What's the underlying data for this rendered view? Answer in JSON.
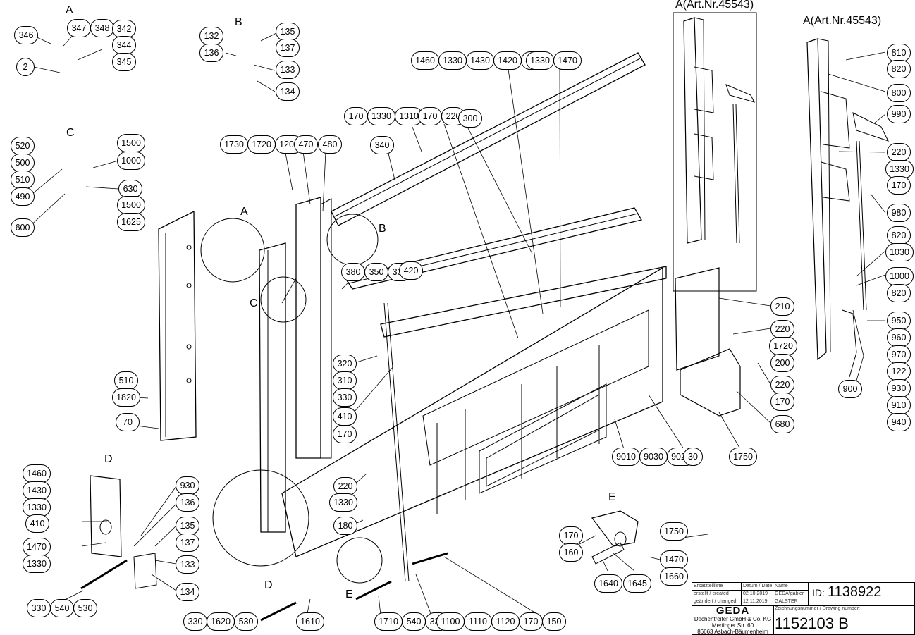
{
  "detail_titles": {
    "a_top": "A",
    "b_top": "B",
    "c_top": "C",
    "d_bottom": "D",
    "d_bottom2": "D",
    "e_right": "E",
    "e_bottom": "E",
    "a_circle": "A",
    "b_circle": "B",
    "c_circle": "C",
    "a_art1": "A(Art.Nr.45543)",
    "a_art2": "A(Art.Nr.45543)"
  },
  "callouts": {
    "detail_a": [
      "346",
      "347",
      "348",
      "342",
      "344",
      "345",
      "2"
    ],
    "detail_b": [
      "132",
      "136",
      "135",
      "137",
      "133",
      "134"
    ],
    "detail_c": [
      "520",
      "500",
      "510",
      "490",
      "600",
      "1500",
      "1000",
      "630",
      "1500",
      "1625"
    ],
    "top_center_1": [
      "1460",
      "1330",
      "1430",
      "1420",
      "415"
    ],
    "top_center_2": [
      "1330",
      "1470"
    ],
    "upper_mid": [
      "170",
      "1330",
      "1310"
    ],
    "upper_mid_2": [
      "170",
      "220"
    ],
    "upper_mid_3": [
      "300"
    ],
    "upper_mid_4": [
      "340"
    ],
    "upper_left": [
      "1730",
      "1720",
      "1200"
    ],
    "upper_left_2": [
      "470"
    ],
    "upper_left_3": [
      "480"
    ],
    "mid_group": [
      "380",
      "350",
      "330"
    ],
    "mid_420": [
      "420"
    ],
    "mid_stack": [
      "320",
      "310",
      "330",
      "410",
      "170"
    ],
    "left_post": [
      "510",
      "1820",
      "70"
    ],
    "right_upper_stack": [
      "810",
      "820",
      "800",
      "990",
      "220",
      "1330",
      "170",
      "980",
      "820",
      "1030",
      "1000",
      "820",
      "950",
      "960",
      "970",
      "122",
      "930",
      "910",
      "940"
    ],
    "right_900": [
      "900"
    ],
    "right_mid": [
      "210",
      "220",
      "1720",
      "200",
      "220",
      "170",
      "680"
    ],
    "bottom_center": [
      "9010",
      "9030",
      "9020"
    ],
    "bottom_30": [
      "30"
    ],
    "bottom_1750": [
      "1750"
    ],
    "detail_d_left": [
      "1460",
      "1430",
      "1330",
      "410",
      "1470",
      "1330"
    ],
    "detail_d_right": [
      "930",
      "136",
      "135",
      "137",
      "133",
      "134"
    ],
    "detail_d_bottom": [
      "330",
      "540",
      "530"
    ],
    "mid_lower": [
      "220",
      "1330",
      "180"
    ],
    "bottom_row_1": [
      "330",
      "1620",
      "530"
    ],
    "bottom_1610": [
      "1610"
    ],
    "bottom_row_2": [
      "1710",
      "540",
      "330"
    ],
    "bottom_row_3": [
      "1100",
      "1110",
      "1120",
      "170",
      "150"
    ],
    "detail_e": [
      "170",
      "160",
      "1640",
      "1645",
      "1750",
      "1470",
      "1660"
    ]
  },
  "title_block": {
    "r1c1": "Ersatzteilliste",
    "r1c2": "Datum / Date",
    "r1c3": "Name",
    "r2c1": "erstellt / created",
    "r2c2": "02.10.2019",
    "r2c3": "GEDA\\gabler",
    "r3c1": "geändert / changed",
    "r3c2": "12.11.2019",
    "r3c3": "GALSTER",
    "id_label": "ID:",
    "id_value": "1138922",
    "company_logo": "GEDA",
    "company_name": "Dechentreiter GmbH & Co. KG",
    "street": "Mertinger Str. 60",
    "city": "86663 Asbach-Bäumenheim",
    "drawing_number_label": "Zeichnungsnummer / Drawing number:",
    "drawing_number": "1152103 B"
  }
}
